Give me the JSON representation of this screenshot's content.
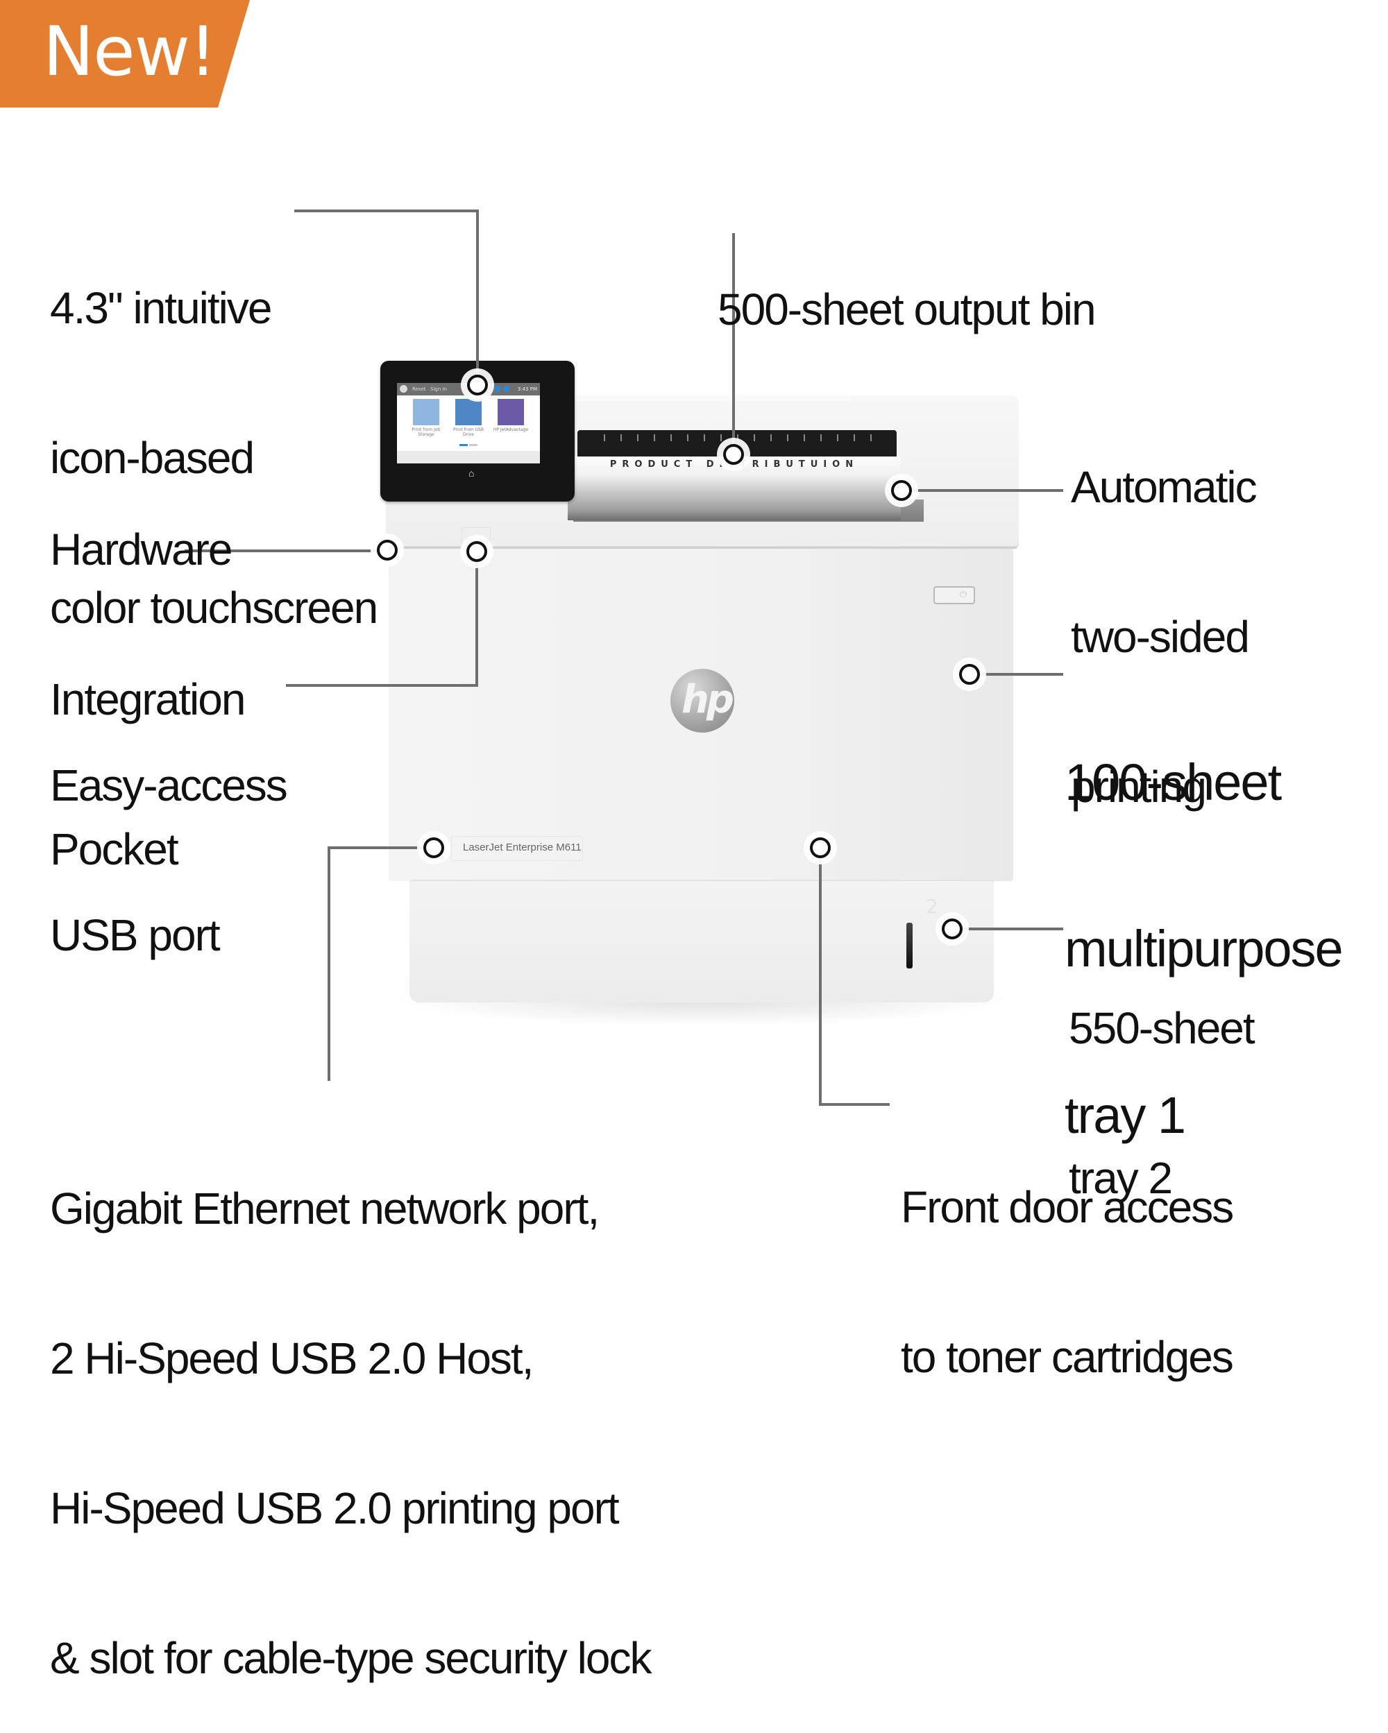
{
  "badge": {
    "text": "New!",
    "color": "#e47f32"
  },
  "product": {
    "model_label": "LaserJet Enterprise M611",
    "logo": "hp",
    "tray_number": "2",
    "power_icon": "power-icon"
  },
  "touchscreen": {
    "top_bar": {
      "logo": "hp",
      "reset": "Reset",
      "sign_in": "Sign In",
      "info_icon": "info-icon",
      "help_icon": "help-icon",
      "time": "3:43 PM"
    },
    "tiles": [
      {
        "label": "Print from Job Storage",
        "icon": "job-storage-icon",
        "color": "#8fb6df"
      },
      {
        "label": "Print from USB Drive",
        "icon": "usb-drive-icon",
        "color": "#4f86c6"
      },
      {
        "label": "HP JetAdvantage",
        "icon": "cloud-icon",
        "color": "#6a5aa8"
      }
    ],
    "home_icon": "home-icon"
  },
  "output_paper": {
    "title": "PRODUCT DISTRIBUTUION"
  },
  "callouts": {
    "touchscreen": [
      "4.3\" intuitive",
      "icon-based",
      "color touchscreen"
    ],
    "output_bin": [
      "500-sheet output bin"
    ],
    "duplex": [
      "Automatic",
      "two-sided",
      "printing"
    ],
    "hip": [
      "Hardware",
      "Integration",
      "Pocket"
    ],
    "usb": [
      "Easy-access",
      "USB port"
    ],
    "mp_tray": [
      "100-sheet",
      "multipurpose",
      "tray 1"
    ],
    "tray2": [
      "550-sheet",
      "tray 2"
    ],
    "ports": [
      "Gigabit Ethernet network port,",
      "2 Hi-Speed USB 2.0 Host,",
      "Hi-Speed USB 2.0 printing port",
      "& slot for cable-type security lock"
    ],
    "front_door": [
      "Front door access",
      "to toner cartridges"
    ]
  },
  "colors": {
    "leader_line": "#6e6e6e",
    "text": "#111111",
    "printer_body": "#f2f2f2"
  }
}
